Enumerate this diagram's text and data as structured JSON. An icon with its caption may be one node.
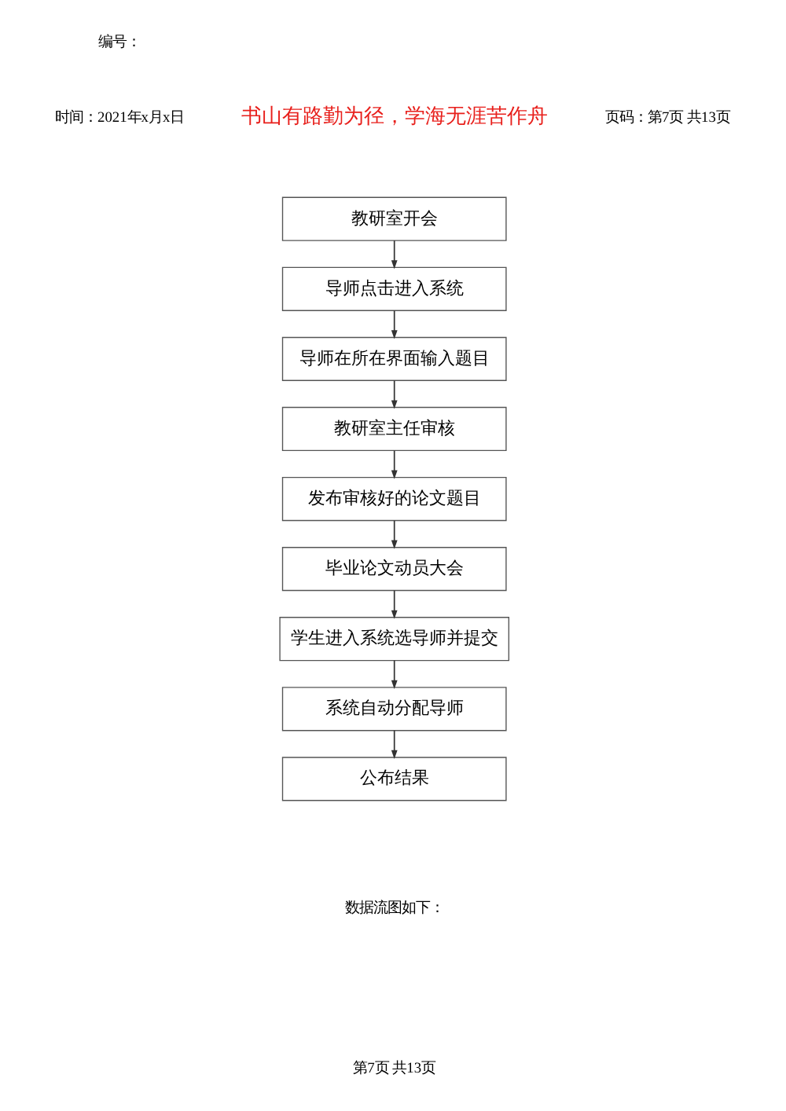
{
  "diagram": {
    "nodes": [
      {
        "text": [
          "教研室开会"
        ]
      },
      {
        "text": [
          "导师点击进入系统"
        ]
      },
      {
        "text": [
          "导师在所在界面输入题目"
        ]
      },
      {
        "text": [
          "教研室主任审核"
        ]
      },
      {
        "text": [
          "发布审核好的论文题目"
        ]
      },
      {
        "text": [
          "毕业论文动员大会"
        ]
      },
      {
        "text": [
          "学生进入系统选导师并提交"
        ]
      },
      {
        "text": [
          "系统自动分配导师"
        ]
      },
      {
        "text": [
          "公布结果"
        ]
      }
    ],
    "edges": [
      {
        "from": 0,
        "to": 1,
        "arrow": "to"
      },
      {
        "from": 1,
        "to": 2,
        "arrow": "to"
      },
      {
        "from": 2,
        "to": 3,
        "arrow": "to"
      },
      {
        "from": 3,
        "to": 4,
        "arrow": "to"
      },
      {
        "from": 4,
        "to": 5,
        "arrow": "to"
      },
      {
        "from": 5,
        "to": 6,
        "arrow": "to"
      },
      {
        "from": 6,
        "to": 7,
        "arrow": "to"
      },
      {
        "from": 7,
        "to": 8,
        "arrow": "to"
      }
    ],
    "labels": [
      "编号：",
      "时间：2021年x月x日",
      "书山有路勤为径，学海无涯苦作舟",
      "页码：第7页 共13页",
      "数据流图如下：",
      "第7页 共13页"
    ]
  }
}
